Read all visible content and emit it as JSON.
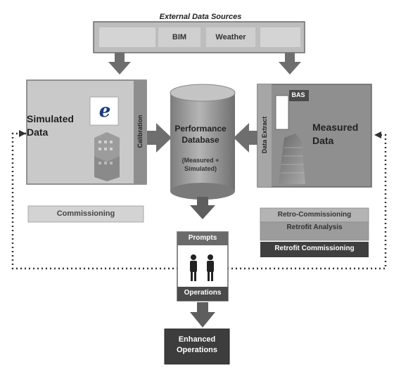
{
  "diagram": {
    "title": "External Data Sources",
    "bar_items": [
      "BIM",
      "Weather"
    ],
    "simulated": {
      "title": "Simulated Data",
      "side_label": "Calibration",
      "icons": [
        "energyplus-logo-icon",
        "building-model-icon"
      ]
    },
    "measured": {
      "title": "Measured Data",
      "side_label": "Data Extract",
      "badge": "BAS",
      "icons": [
        "bas-screen-icon",
        "tower-building-icon"
      ]
    },
    "database": {
      "title": "Performance Database",
      "subtitle": "(Measured + Simulated)"
    },
    "commissioning": "Commissioning",
    "retro": [
      "Retro-Commissioning",
      "Retrofit Analysis",
      "Retrofit Commissioning"
    ],
    "operations": {
      "top": "Prompts",
      "bottom": "Operations",
      "icon": "people-icon"
    },
    "output": "Enhanced Operations",
    "colors": {
      "arrow": "#6e6e6e",
      "panel": "#c9c9c9",
      "panel_dark": "#8e8e8e",
      "cylinder": "#9a9a9a",
      "dark_box": "#3d3d3d",
      "commissioning_fill": "#d3d3d3"
    }
  }
}
